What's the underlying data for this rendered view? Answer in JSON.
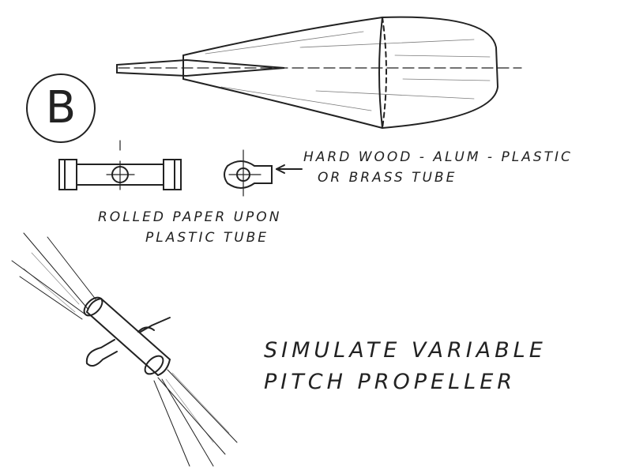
{
  "badge": "B",
  "labels": {
    "tube": [
      "HARD WOOD - ALUM - PLASTIC",
      "OR BRASS TUBE"
    ],
    "paper": [
      "ROLLED PAPER UPON",
      "PLASTIC TUBE"
    ]
  },
  "title": [
    "SIMULATE VARIABLE",
    "PITCH PROPELLER"
  ],
  "ink_color": "#222222"
}
